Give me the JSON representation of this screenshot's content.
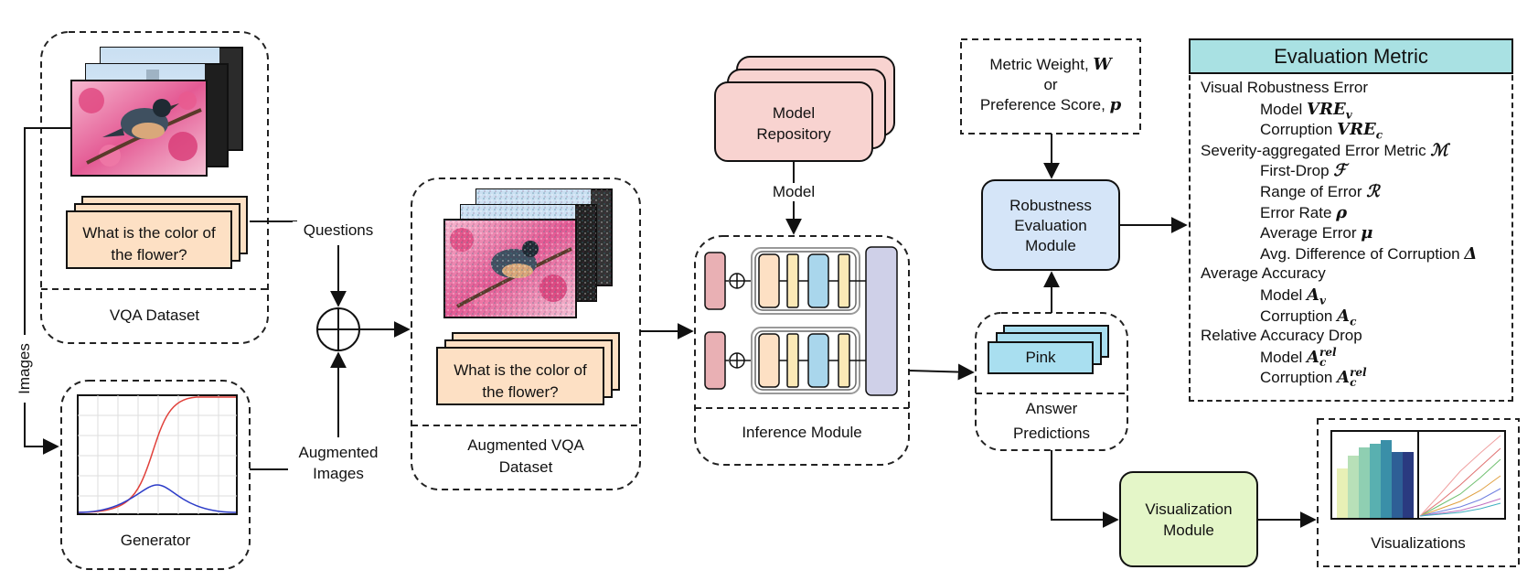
{
  "vqa_dataset": {
    "question": [
      "What is the color of",
      "the flower?"
    ],
    "label": "VQA Dataset"
  },
  "flow_labels": {
    "images": "Images",
    "questions": "Questions",
    "augmented_images": [
      "Augmented",
      "Images"
    ],
    "model": "Model"
  },
  "generator": {
    "label": "Generator"
  },
  "augmented_vqa": {
    "question": [
      "What is the color of",
      "the flower?"
    ],
    "label": [
      "Augmented VQA",
      "Dataset"
    ]
  },
  "model_repository": {
    "label": [
      "Model",
      "Repository"
    ]
  },
  "inference": {
    "label": "Inference Module"
  },
  "answers": {
    "answer": "Pink",
    "label": [
      "Answer",
      "Predictions"
    ]
  },
  "metric_weight": {
    "line1": "Metric Weight,",
    "sym1": "W",
    "line2": "or",
    "line3": "Preference Score,",
    "sym3": "p"
  },
  "robustness": {
    "label": [
      "Robustness",
      "Evaluation",
      "Module"
    ]
  },
  "visualization_module": {
    "label": [
      "Visualization",
      "Module"
    ]
  },
  "visualizations": {
    "label": "Visualizations"
  },
  "evaluation_metric": {
    "title": "Evaluation Metric",
    "sections": [
      {
        "heading": "Visual Robustness Error",
        "items": [
          {
            "text": "Model",
            "sym": "VRE",
            "sub": "v"
          },
          {
            "text": "Corruption",
            "sym": "VRE",
            "sub": "c"
          }
        ]
      },
      {
        "heading": "Severity-aggregated Error Metric",
        "heading_sym": "ℳ",
        "items": [
          {
            "text": "First-Drop",
            "sym": "ℱ"
          },
          {
            "text": "Range of Error",
            "sym": "ℛ"
          },
          {
            "text": "Error Rate",
            "sym": "ρ"
          },
          {
            "text": "Average Error",
            "sym": "μ"
          },
          {
            "text": "Avg. Difference of Corruption",
            "sym": "Δ"
          }
        ]
      },
      {
        "heading": "Average Accuracy",
        "items": [
          {
            "text": "Model",
            "sym": "A",
            "sub": "v"
          },
          {
            "text": "Corruption",
            "sym": "A",
            "sub": "c"
          }
        ]
      },
      {
        "heading": "Relative Accuracy Drop",
        "items": [
          {
            "text": "Model",
            "sym": "A",
            "sub": "c",
            "sup": "rel"
          },
          {
            "text": "Corruption",
            "sym": "A",
            "sub": "c",
            "sup": "rel"
          }
        ]
      }
    ]
  },
  "colors": {
    "question_card": "#fde0c4",
    "model_repository": "#f8d3d0",
    "robustness_module": "#d5e5f8",
    "visualization_module": "#e4f6c8",
    "answer_card": "#a9dff0",
    "eval_header": "#a9e1e3",
    "inference_red": "#e9b0b4",
    "inference_orange": "#fde0c4",
    "inference_yellow": "#fbe9b6",
    "inference_blue": "#a9d6ec",
    "inference_purple": "#cfd0e8"
  },
  "icons": [
    "plus-circle-icon",
    "bird-photo-image",
    "sigmoid-curve-image",
    "bar-chart-image",
    "line-chart-image"
  ]
}
